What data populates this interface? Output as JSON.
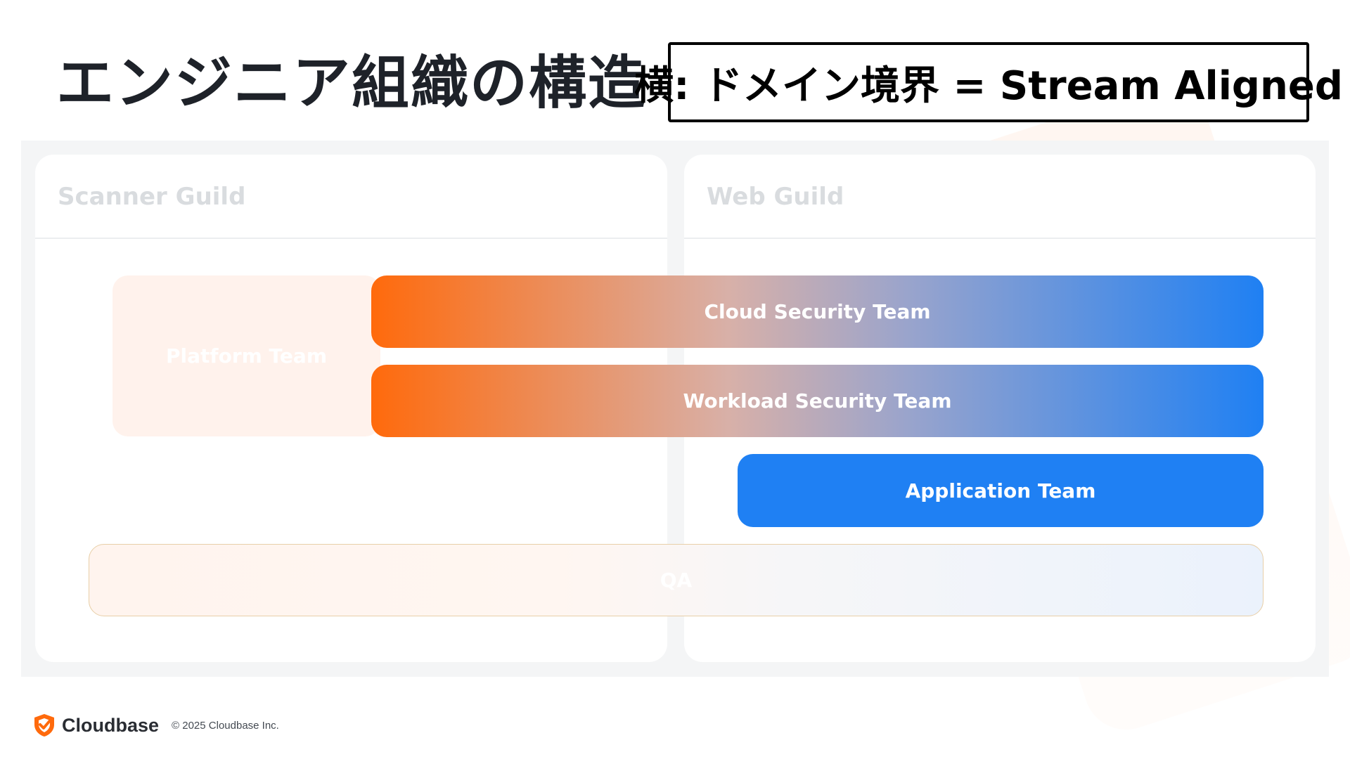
{
  "title": "エンジニア組織の構造",
  "callout": "横: ドメイン境界 = Stream Aligned",
  "guilds": [
    {
      "label": "Scanner Guild"
    },
    {
      "label": "Web Guild"
    }
  ],
  "teams": {
    "platform": "Platform Team",
    "cloud": "Cloud Security Team",
    "workload": "Workload Security Team",
    "application": "Application Team",
    "qa": "QA"
  },
  "colors": {
    "orange": "#ff6a0c",
    "blue": "#1f80f3",
    "title": "#1e2229"
  },
  "footer": {
    "brand": "Cloudbase",
    "logo_icon": "shield-check-icon",
    "copyright": "© 2025 Cloudbase Inc."
  }
}
